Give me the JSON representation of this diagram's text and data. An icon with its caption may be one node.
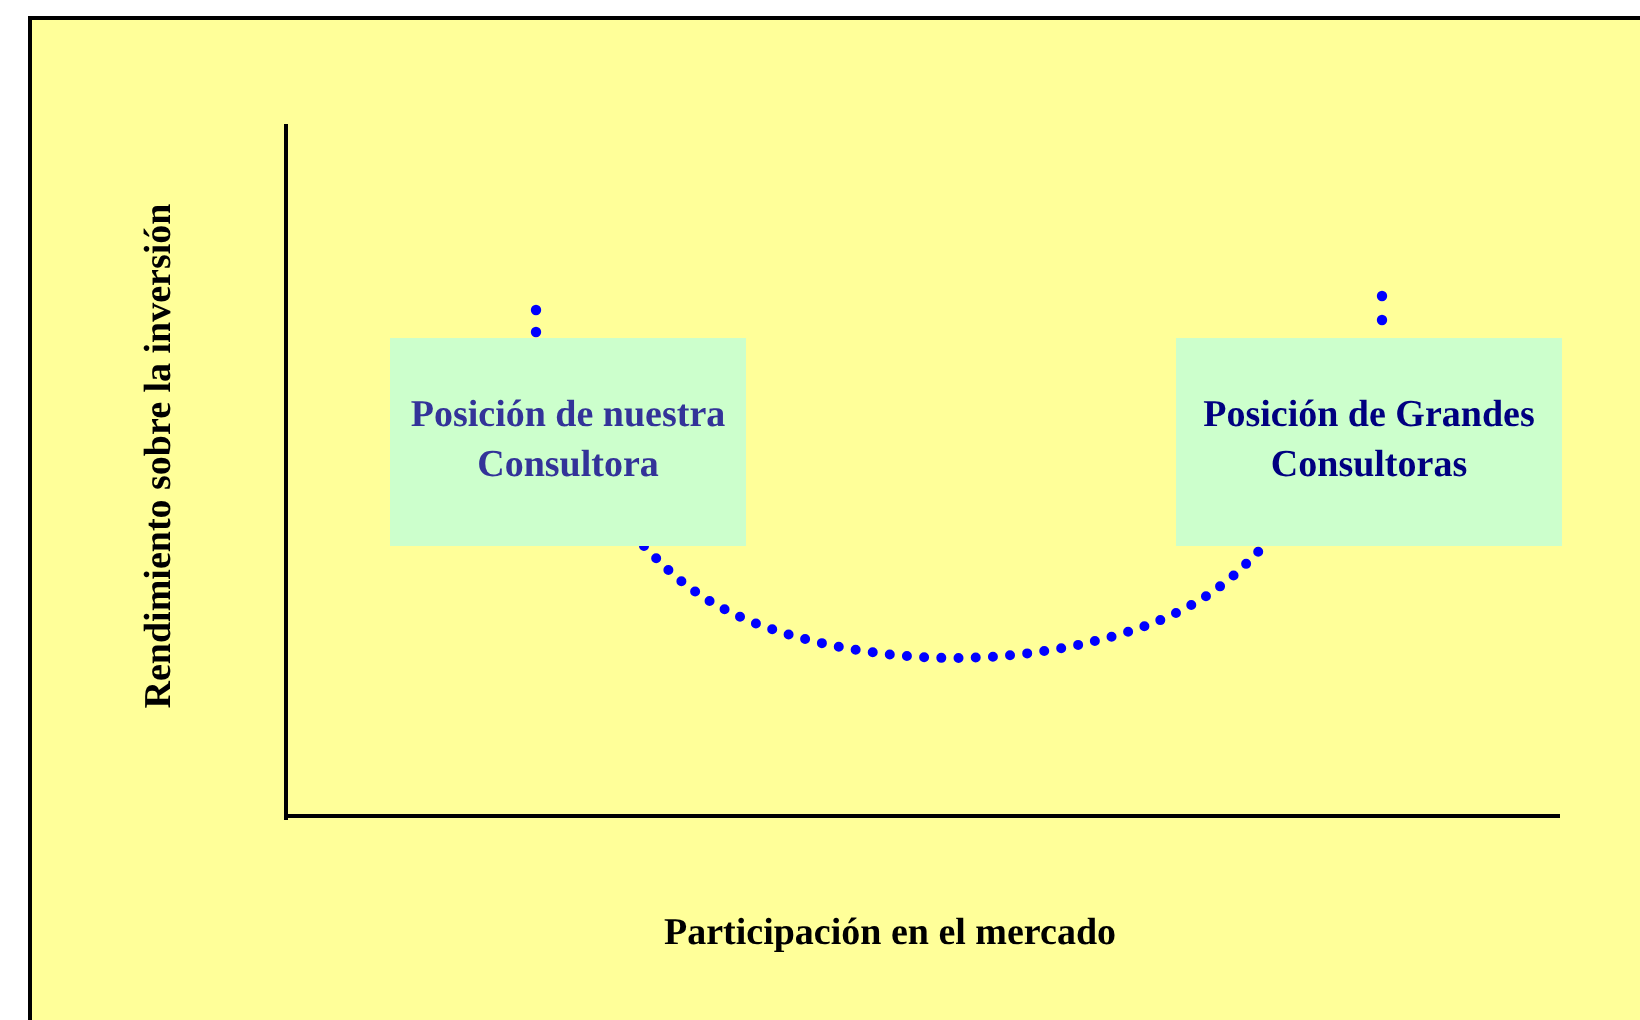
{
  "diagram": {
    "nodes": [
      {
        "text": [
          "Posición de nuestra Consultora"
        ]
      },
      {
        "text": [
          "Posición de Grandes Consultoras"
        ]
      }
    ],
    "edges": [
      {
        "from": 0,
        "to": 1,
        "arrow": "none",
        "style": "dashed"
      }
    ],
    "labels": [
      "Rendimiento sobre la inversión",
      "Participación en el mercado"
    ]
  }
}
